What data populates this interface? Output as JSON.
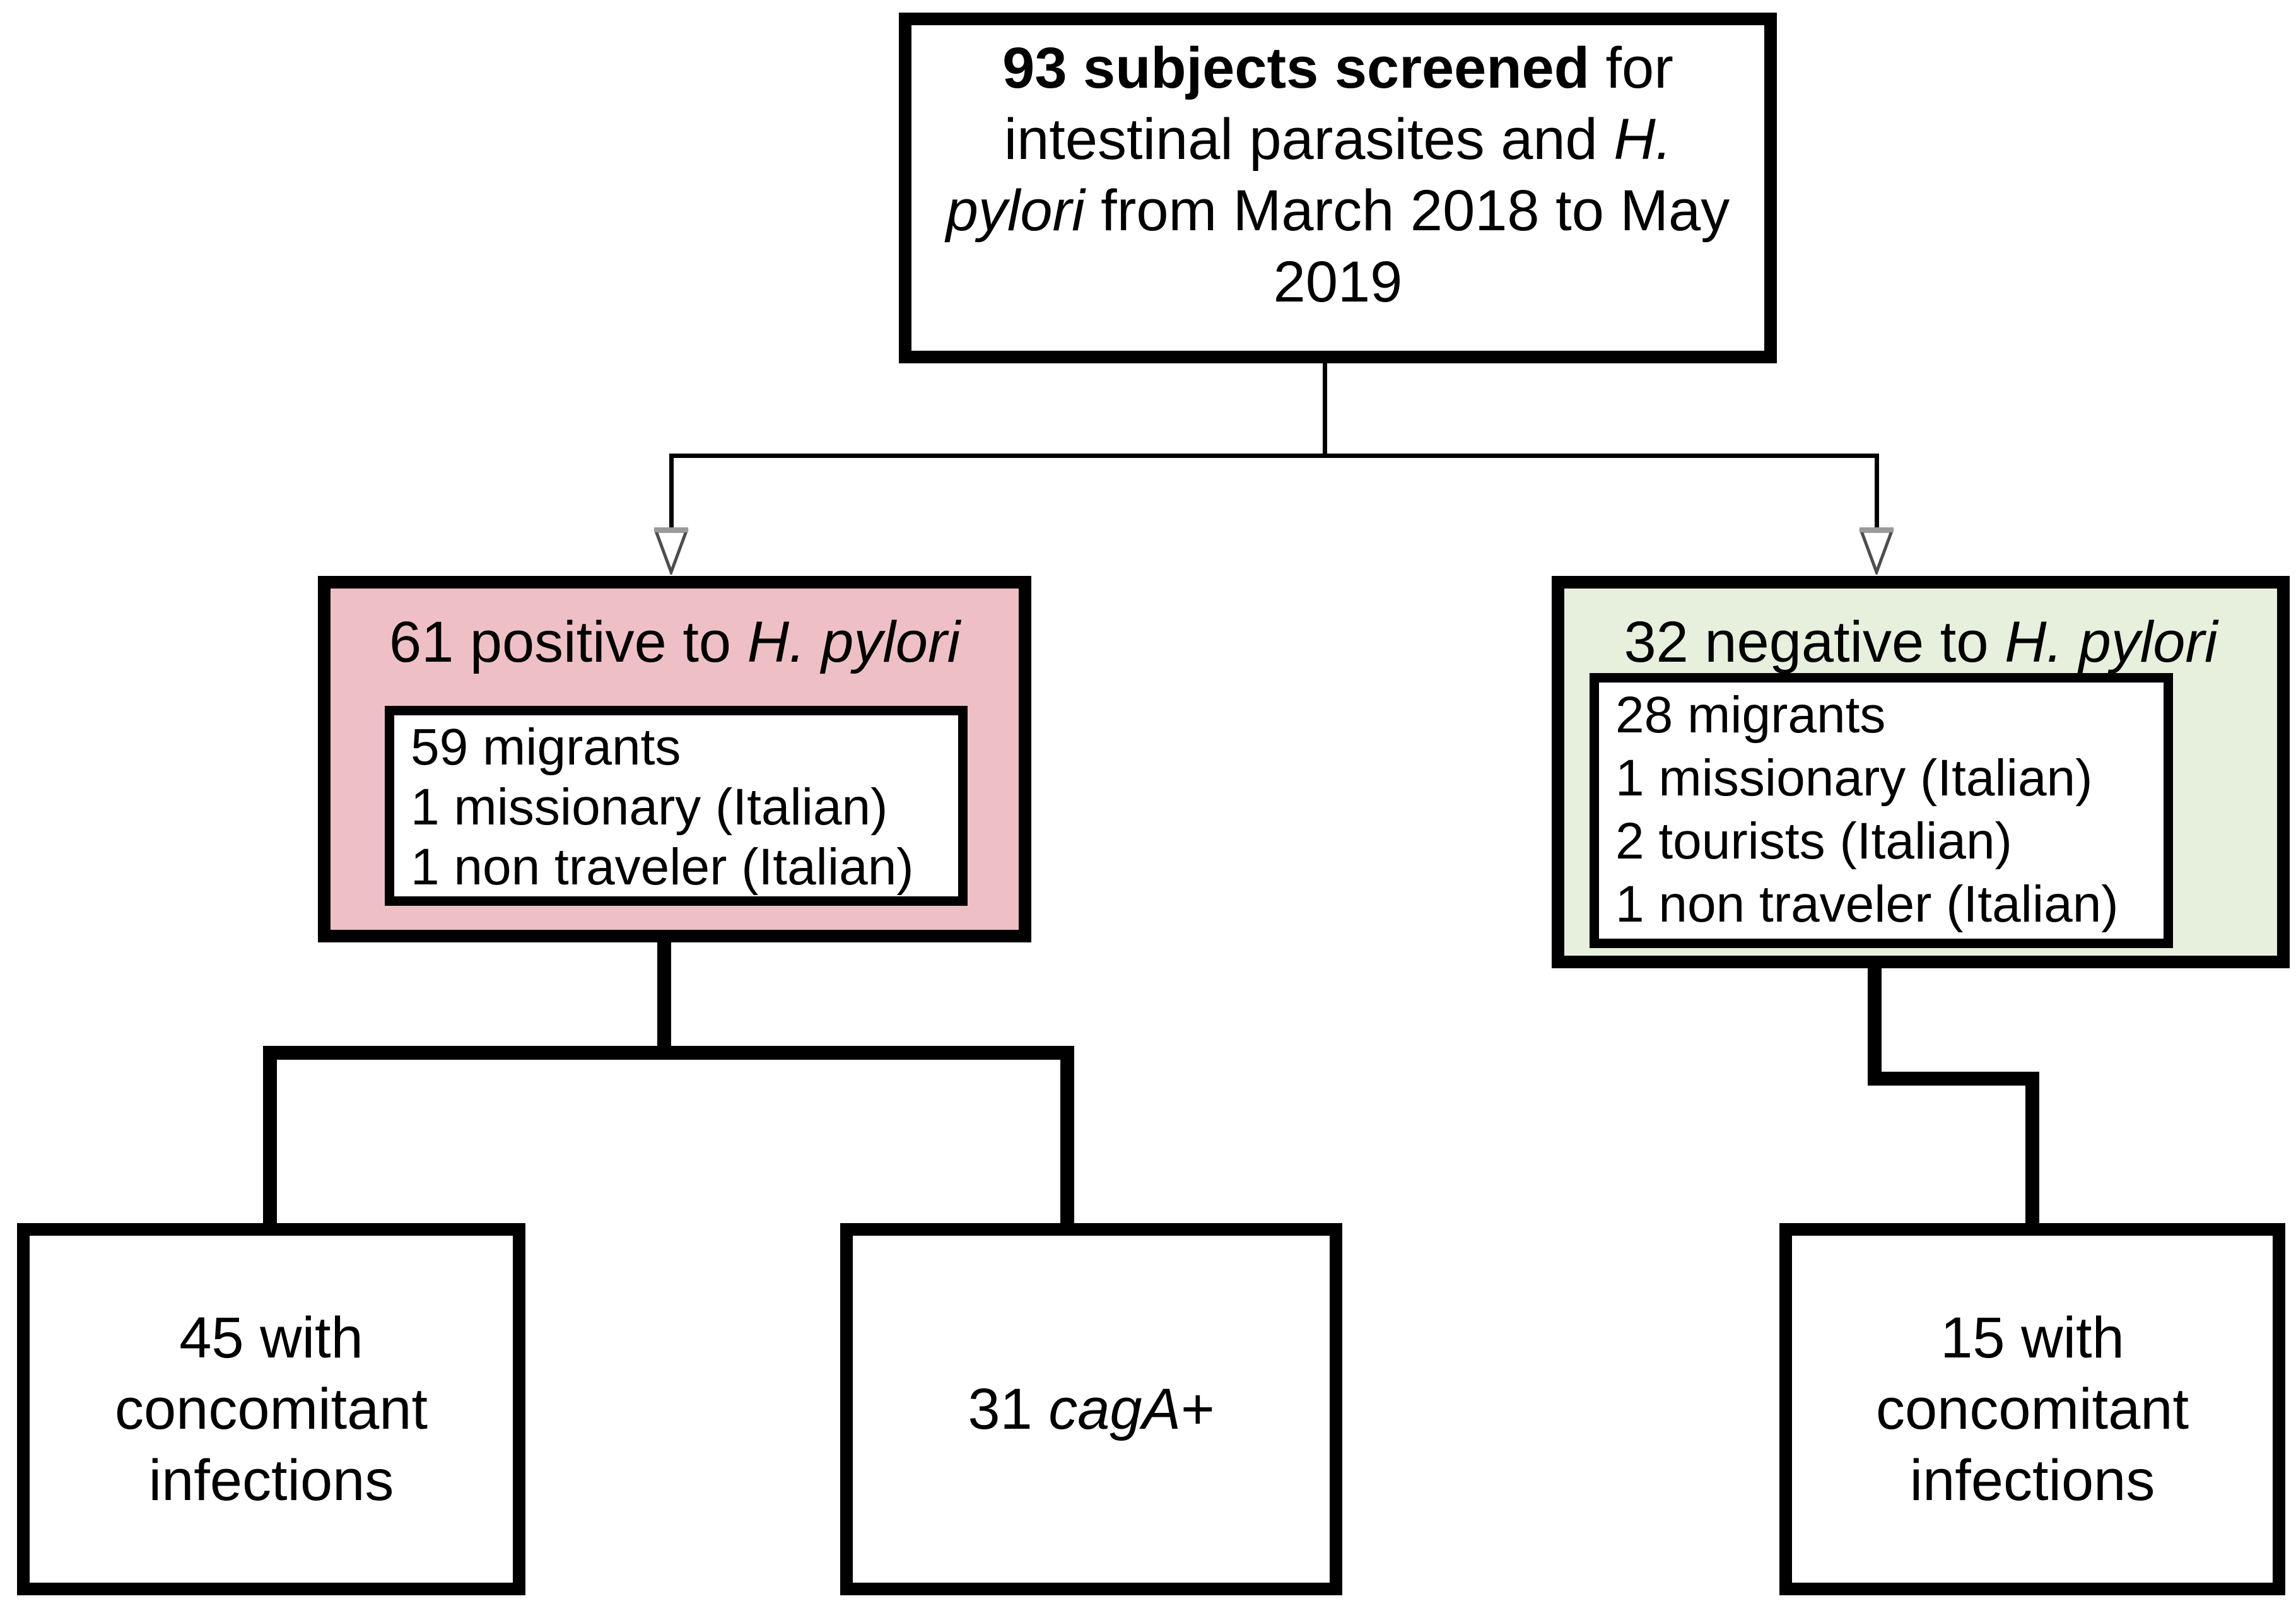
{
  "colors": {
    "positive-fill": "#eec0c5",
    "negative-fill": "#e6f0dd",
    "box-border": "#000000",
    "connector": "#000000",
    "arrow-outline": "#4d4d4d"
  },
  "boxes": {
    "screened": {
      "lines": [
        [
          {
            "text": "93 subjects screened",
            "bold": true
          },
          {
            "text": " for"
          }
        ],
        [
          {
            "text": "intestinal parasites and "
          },
          {
            "text": "H.",
            "italic": true
          }
        ],
        [
          {
            "text": "pylori",
            "italic": true
          },
          {
            "text": " from March 2018 to May"
          }
        ],
        [
          {
            "text": "2019"
          }
        ]
      ]
    },
    "positive": {
      "header": [
        {
          "text": "61 positive to "
        },
        {
          "text": "H. pylori",
          "italic": true
        }
      ],
      "details": [
        "59 migrants",
        "1 missionary (Italian)",
        "1 non traveler (Italian)"
      ]
    },
    "negative": {
      "header": [
        {
          "text": "32 negative to "
        },
        {
          "text": "H. pylori",
          "italic": true
        }
      ],
      "details": [
        "28 migrants",
        "1 missionary (Italian)",
        "2 tourists (Italian)",
        "1 non traveler (Italian)"
      ]
    },
    "positive_concomitant": {
      "lines": [
        "45 with",
        "concomitant",
        "infections"
      ]
    },
    "caga": {
      "line": [
        {
          "text": "31 "
        },
        {
          "text": "cagA",
          "italic": true
        },
        {
          "text": "+"
        }
      ]
    },
    "negative_concomitant": {
      "lines": [
        "15 with",
        "concomitant",
        "infections"
      ]
    }
  }
}
